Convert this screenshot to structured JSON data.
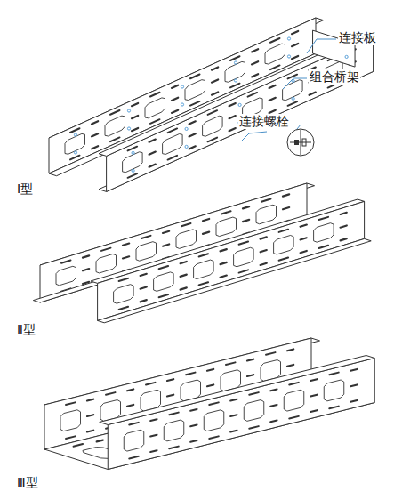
{
  "diagram": {
    "labels": [
      "连接板",
      "组合桥架",
      "连接螺栓",
      "Ⅰ型",
      "Ⅱ型",
      "Ⅲ型"
    ]
  }
}
